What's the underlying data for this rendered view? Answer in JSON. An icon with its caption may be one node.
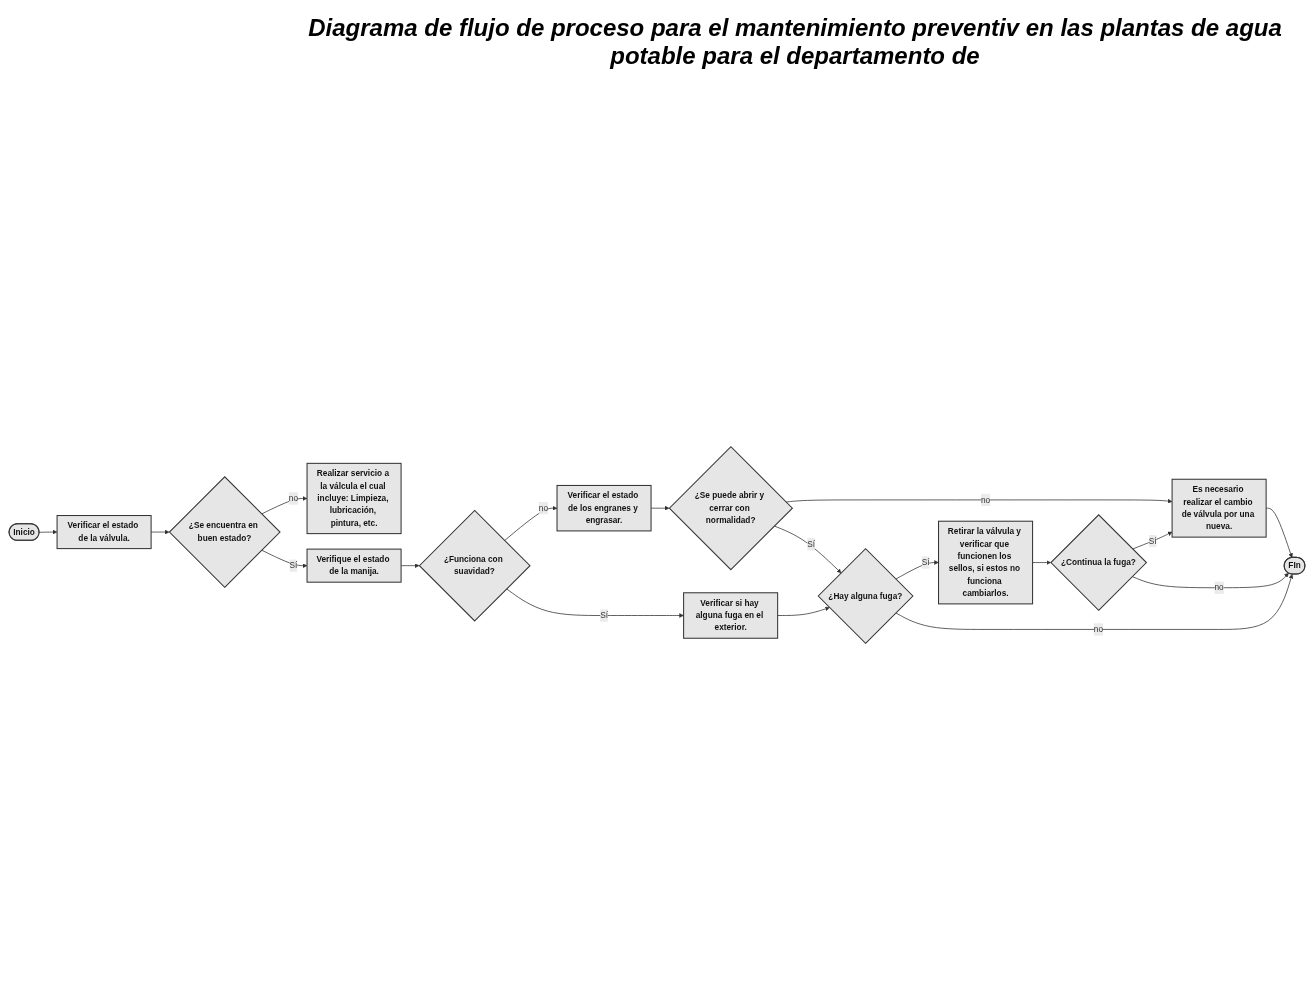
{
  "diagram": {
    "title": "Diagrama de flujo de proceso para el mantenimiento preventiv en las plantas de agua potable para el departamento de",
    "nodes": [
      {
        "text": [
          "Inicio"
        ]
      },
      {
        "text": [
          "Verificar el estado de la válvula."
        ]
      },
      {
        "text": [
          "¿Se encuentra en buen estado?"
        ]
      },
      {
        "text": [
          "Realizar servicio a la válcula el cual incluye: Limpieza, lubricación, pintura, etc."
        ]
      },
      {
        "text": [
          "Verifique el estado de la manija."
        ]
      },
      {
        "text": [
          "¿Funciona con suavidad?"
        ]
      },
      {
        "text": [
          "Verificar el estado de los engranes y engrasar."
        ]
      },
      {
        "text": [
          "¿Se puede abrir y cerrar con normalidad?"
        ]
      },
      {
        "text": [
          "Es necesario realizar el cambio de válvula por una nueva."
        ]
      },
      {
        "text": [
          "FIn"
        ]
      },
      {
        "text": [
          "Verificar si hay alguna fuga en el exterior."
        ]
      },
      {
        "text": [
          "¿Hay alguna fuga?"
        ]
      },
      {
        "text": [
          "Retirar la válvula y verificar que funcionen los sellos, si estos no funciona cambiarlos."
        ]
      },
      {
        "text": [
          "¿Continua la fuga?"
        ]
      }
    ],
    "edges": [
      {
        "from": 0,
        "to": 1,
        "arrow": "to"
      },
      {
        "from": 1,
        "to": 2,
        "arrow": "to"
      },
      {
        "from": 2,
        "to": 3,
        "arrow": "to",
        "label": "no"
      },
      {
        "from": 2,
        "to": 4,
        "arrow": "to",
        "label": "Sí"
      },
      {
        "from": 4,
        "to": 5,
        "arrow": "to"
      },
      {
        "from": 5,
        "to": 6,
        "arrow": "to",
        "label": "no"
      },
      {
        "from": 5,
        "to": 10,
        "arrow": "to",
        "label": "Sí"
      },
      {
        "from": 6,
        "to": 7,
        "arrow": "to"
      },
      {
        "from": 7,
        "to": 8,
        "arrow": "to",
        "label": "no"
      },
      {
        "from": 7,
        "to": 11,
        "arrow": "to",
        "label": "Sí"
      },
      {
        "from": 8,
        "to": 9,
        "arrow": "to"
      },
      {
        "from": 10,
        "to": 11,
        "arrow": "to"
      },
      {
        "from": 11,
        "to": 12,
        "arrow": "to",
        "label": "Sí"
      },
      {
        "from": 12,
        "to": 13,
        "arrow": "to"
      },
      {
        "from": 13,
        "to": 8,
        "arrow": "to",
        "label": "Sí"
      },
      {
        "from": 13,
        "to": 9,
        "arrow": "to",
        "label": "no"
      },
      {
        "from": 11,
        "to": 9,
        "arrow": "to",
        "label": "no"
      }
    ]
  }
}
